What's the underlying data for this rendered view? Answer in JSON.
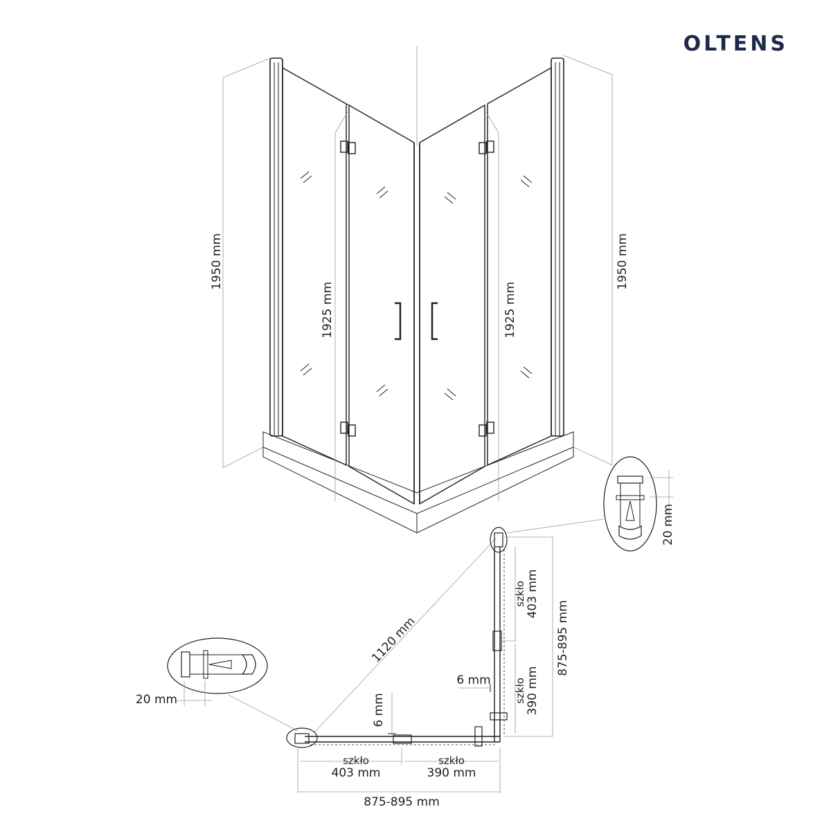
{
  "brand": {
    "name": "OLTENS",
    "color": "#1e2a4a"
  },
  "colors": {
    "line": "#1d1d1b",
    "thin": "#9a9a9a"
  },
  "dimensions": {
    "total_height_left": "1950 mm",
    "total_height_right": "1950 mm",
    "glass_height_left": "1925 mm",
    "glass_height_right": "1925 mm",
    "diagonal": "1120 mm",
    "profile_right": "20 mm",
    "profile_left": "20 mm",
    "glass_word": "szkło",
    "glass_right_top": "403 mm",
    "glass_right_bottom": "390 mm",
    "width_right": "875-895 mm",
    "gap_right": "6 mm",
    "gap_bottom": "6 mm",
    "glass_bottom_left": "403 mm",
    "glass_bottom_right": "390 mm",
    "width_bottom": "875-895 mm"
  }
}
